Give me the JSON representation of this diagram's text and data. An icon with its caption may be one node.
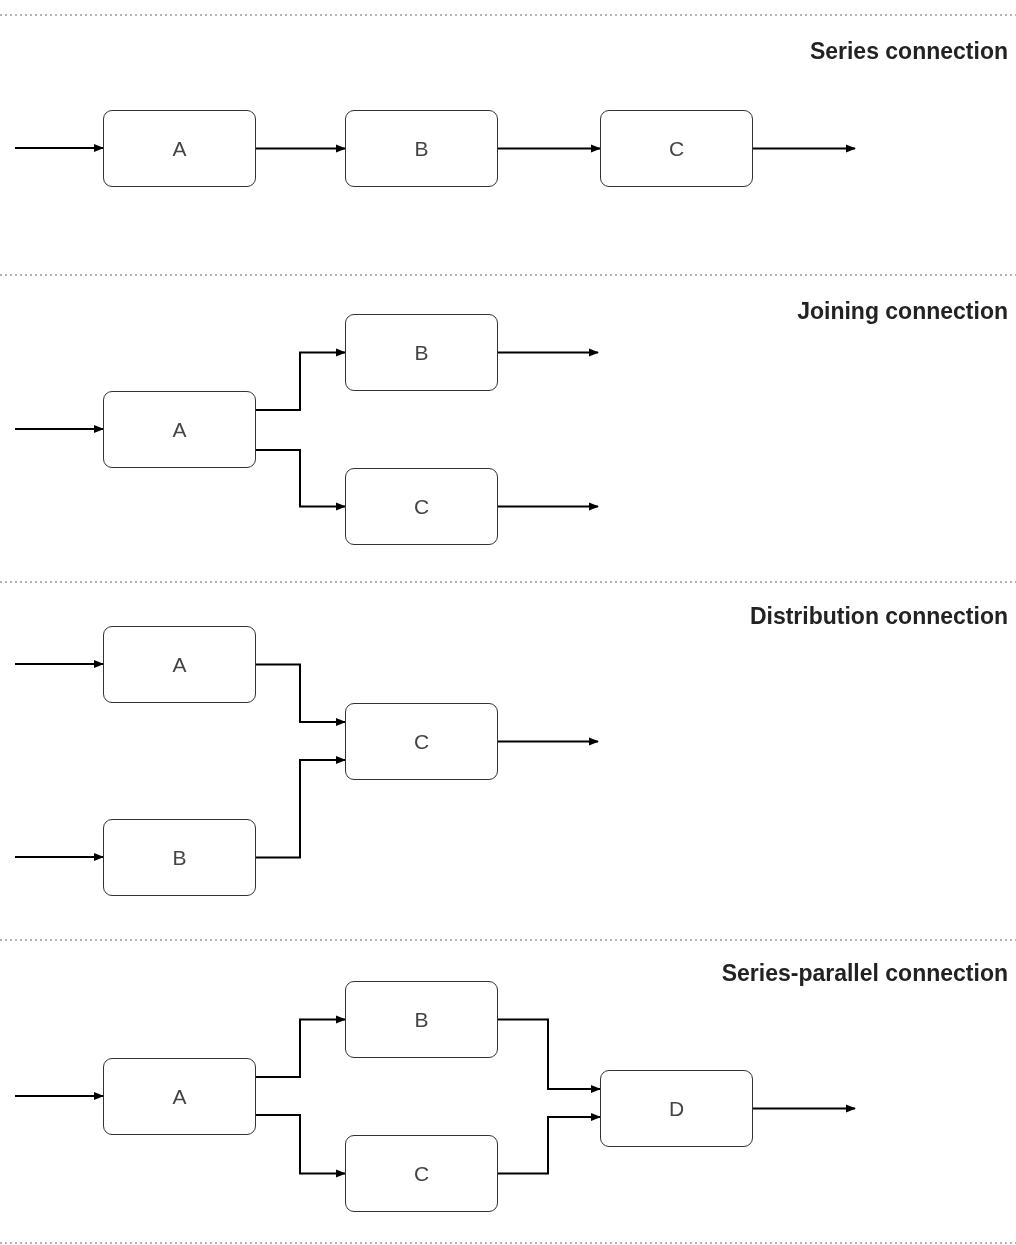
{
  "diagram": {
    "nodes": [
      {
        "text": [
          "A"
        ]
      },
      {
        "text": [
          "B"
        ]
      },
      {
        "text": [
          "C"
        ]
      },
      {
        "text": [
          "A"
        ]
      },
      {
        "text": [
          "B"
        ]
      },
      {
        "text": [
          "C"
        ]
      },
      {
        "text": [
          "A"
        ]
      },
      {
        "text": [
          "C"
        ]
      },
      {
        "text": [
          "B"
        ]
      },
      {
        "text": [
          "A"
        ]
      },
      {
        "text": [
          "B"
        ]
      },
      {
        "text": [
          "C"
        ]
      },
      {
        "text": [
          "D"
        ]
      }
    ],
    "edges": [
      {
        "from": null,
        "to": 0,
        "arrow": "to"
      },
      {
        "from": 0,
        "to": 1,
        "arrow": "to"
      },
      {
        "from": 1,
        "to": 2,
        "arrow": "to"
      },
      {
        "from": 2,
        "to": null,
        "arrow": "to"
      },
      {
        "from": null,
        "to": 3,
        "arrow": "to"
      },
      {
        "from": 3,
        "to": 4,
        "arrow": "to"
      },
      {
        "from": 3,
        "to": 5,
        "arrow": "to"
      },
      {
        "from": 4,
        "to": null,
        "arrow": "to"
      },
      {
        "from": 5,
        "to": null,
        "arrow": "to"
      },
      {
        "from": null,
        "to": 6,
        "arrow": "to"
      },
      {
        "from": null,
        "to": 8,
        "arrow": "to"
      },
      {
        "from": 6,
        "to": 7,
        "arrow": "to"
      },
      {
        "from": 8,
        "to": 7,
        "arrow": "to"
      },
      {
        "from": 7,
        "to": null,
        "arrow": "to"
      },
      {
        "from": null,
        "to": 9,
        "arrow": "to"
      },
      {
        "from": 9,
        "to": 10,
        "arrow": "to"
      },
      {
        "from": 9,
        "to": 11,
        "arrow": "to"
      },
      {
        "from": 10,
        "to": 12,
        "arrow": "to"
      },
      {
        "from": 11,
        "to": 12,
        "arrow": "to"
      },
      {
        "from": 12,
        "to": null,
        "arrow": "to"
      }
    ],
    "labels": [
      "Series connection",
      "Joining connection",
      "Distribution connection",
      "Series-parallel connection"
    ]
  }
}
